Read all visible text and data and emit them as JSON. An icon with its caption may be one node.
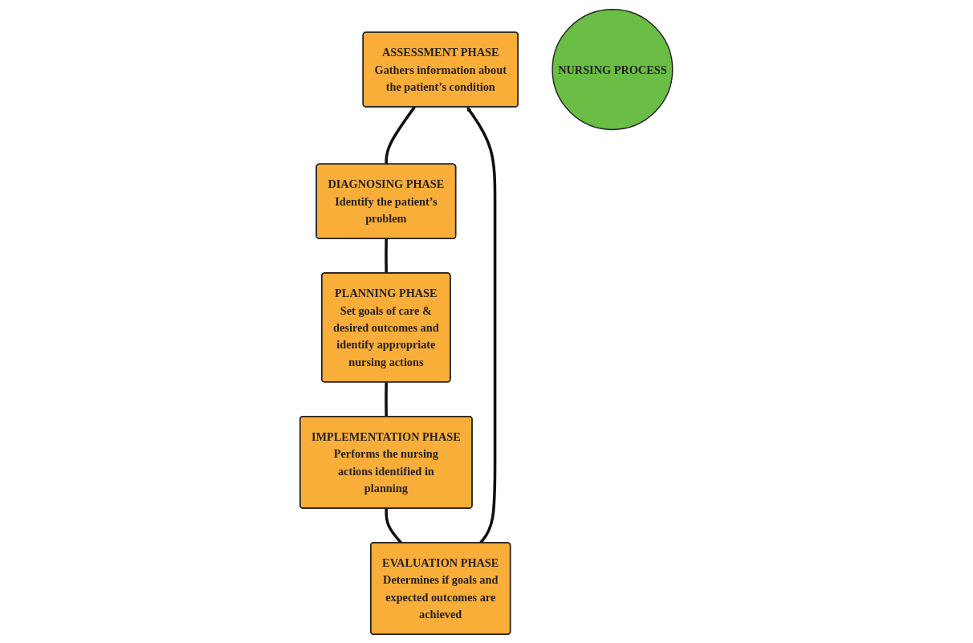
{
  "diagram": {
    "nodes": [
      {
        "text": [
          "ASSESSMENT PHASE",
          "Gathers information about the patient’s condition"
        ]
      },
      {
        "text": [
          "DIAGNOSING PHASE",
          "Identify the patient’s problem"
        ]
      },
      {
        "text": [
          "PLANNING PHASE",
          "Set goals of care & desired outcomes and identify appropriate nursing actions"
        ]
      },
      {
        "text": [
          "IMPLEMENTATION PHASE",
          "Performs the nursing actions identified in planning"
        ]
      },
      {
        "text": [
          "EVALUATION PHASE",
          "Determines if goals and expected outcomes are achieved"
        ]
      },
      {
        "text": [
          "NURSING PROCESS"
        ]
      }
    ],
    "edges": [
      {
        "from": 0,
        "to": 1,
        "arrow": "none"
      },
      {
        "from": 1,
        "to": 2,
        "arrow": "none"
      },
      {
        "from": 2,
        "to": 3,
        "arrow": "none"
      },
      {
        "from": 3,
        "to": 4,
        "arrow": "none"
      },
      {
        "from": 4,
        "to": 0,
        "arrow": "to"
      }
    ]
  }
}
